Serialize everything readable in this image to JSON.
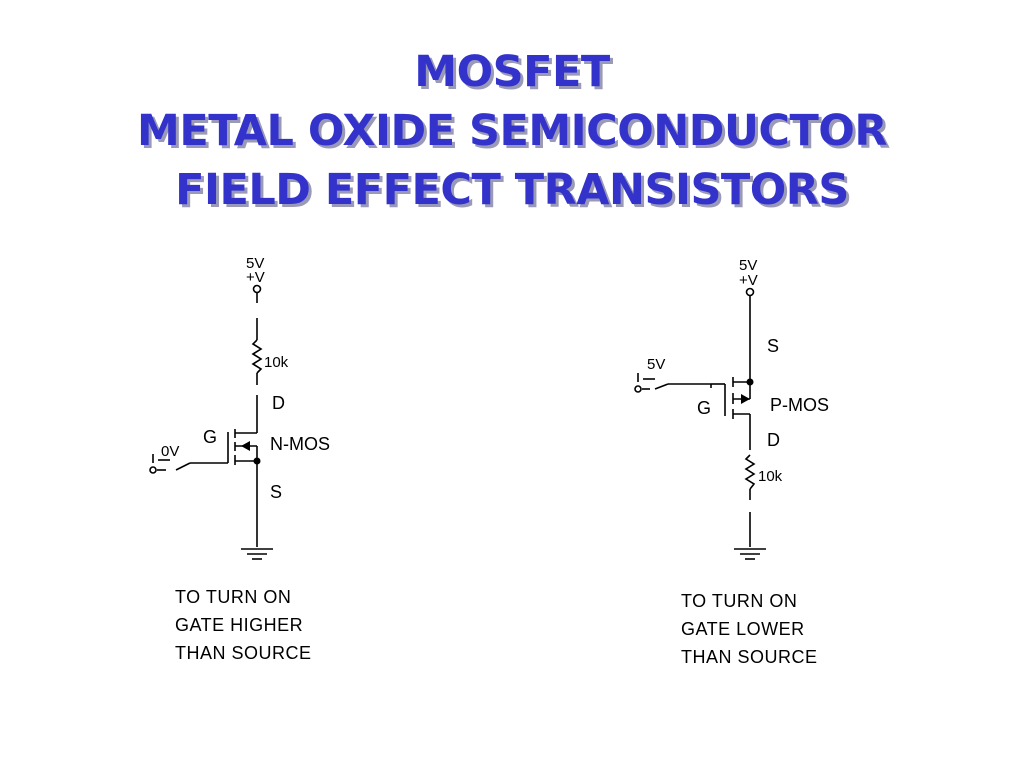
{
  "title": {
    "line1": "MOSFET",
    "line2": "METAL OXIDE SEMICONDUCTOR",
    "line3": "FIELD EFFECT TRANSISTORS"
  },
  "nmos_circuit": {
    "supply_value": "5V",
    "supply_label": "+V",
    "resistor": "10k",
    "drain": "D",
    "gate": "G",
    "source": "S",
    "device": "N-MOS",
    "input_voltage": "0V",
    "caption": [
      "TO TURN ON",
      "GATE HIGHER",
      "THAN SOURCE"
    ]
  },
  "pmos_circuit": {
    "supply_value": "5V",
    "supply_label": "+V",
    "resistor": "10k",
    "drain": "D",
    "gate": "G",
    "source": "S",
    "device": "P-MOS",
    "input_voltage": "5V",
    "caption": [
      "TO TURN ON",
      "GATE LOWER",
      "THAN SOURCE"
    ]
  },
  "colors": {
    "title": "#3333cc",
    "title_shadow": "#9a9ab8",
    "wire": "#000000"
  }
}
